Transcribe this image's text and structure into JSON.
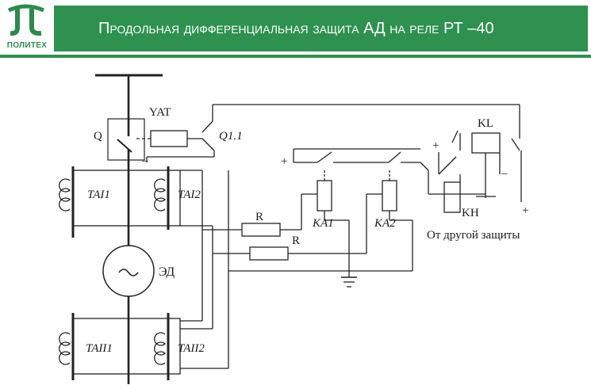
{
  "header": {
    "logo_text": "ПОЛИТЕХ",
    "title": "Продольная дифференциальная защита АД  на реле РТ –40",
    "brand_color": "#2e9150"
  },
  "diagram": {
    "labels": {
      "q": "Q",
      "yat": "YAT",
      "q11": "Q1.1",
      "kl": "KL",
      "plus_top": "+",
      "plus_left": "+",
      "plus_bottom": "+",
      "minus_kl": "–",
      "minus_q": "_",
      "ta11": "TAI1",
      "ta12": "TAI2",
      "r1": "R",
      "r2": "R",
      "ka1": "KA1",
      "ka2": "KA2",
      "kh": "KH",
      "other_protection": "От другой защиты",
      "motor": "ЭД",
      "ta21": "TAII1",
      "ta22": "TAII2"
    }
  }
}
